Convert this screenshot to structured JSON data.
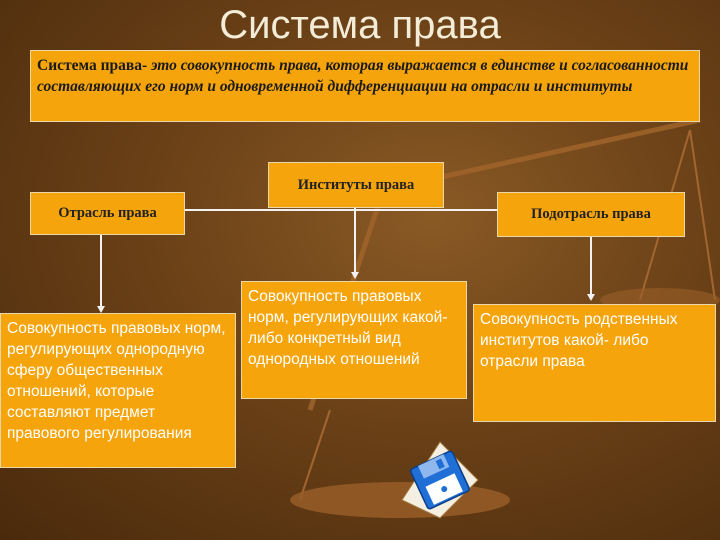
{
  "title": "Система права",
  "definition": {
    "lead": "Система права-",
    "text": " это совокупность права, которая выражается в единстве и согласованности составляющих его норм и одновременной дифференциации на отрасли и институты"
  },
  "nodes": {
    "institutes": "Институты права",
    "branch": "Отрасль права",
    "subbranch": "Подотрасль права"
  },
  "descriptions": {
    "branch": "Совокупность правовых норм, регулирующих однородную сферу общественных отношений, которые составляют предмет правового регулирования",
    "institutes": "Совокупность правовых норм, регулирующих какой- либо конкретный вид однородных отношений",
    "subbranch": "Совокупность родственных институтов какой- либо отрасли права"
  },
  "colors": {
    "box": "#f5a40c",
    "background": "#6b4117",
    "text": "#ffffff"
  }
}
